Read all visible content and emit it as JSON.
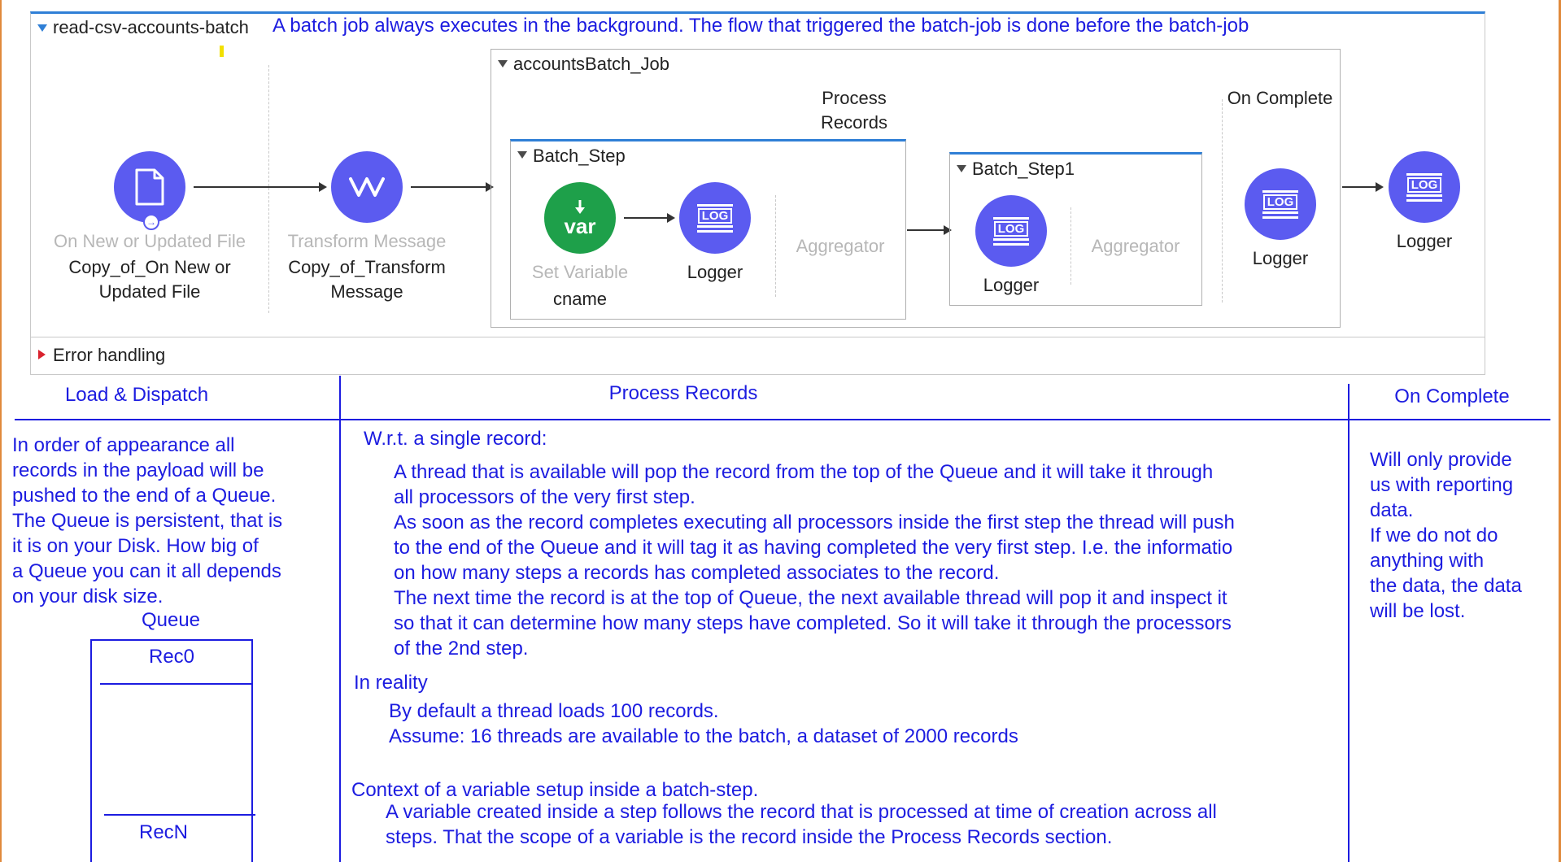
{
  "flow": {
    "name": "read-csv-accounts-batch",
    "note": "A batch job always executes in the background.  The flow that triggered the batch-job is done before the batch-job",
    "source": {
      "type_label": "On New or Updated File",
      "name_line1": "Copy_of_On New or",
      "name_line2": "Updated File",
      "icon": "file-icon"
    },
    "transform": {
      "type_label": "Transform Message",
      "name_line1": "Copy_of_Transform",
      "name_line2": "Message",
      "icon": "transform-icon"
    },
    "batch_job": {
      "name": "accountsBatch_Job",
      "process_records_line1": "Process",
      "process_records_line2": "Records",
      "on_complete_label": "On Complete",
      "step1": {
        "name": "Batch_Step",
        "setvar_type": "Set Variable",
        "setvar_name": "cname",
        "setvar_icon_text": "var",
        "logger_label": "Logger",
        "aggregator_label": "Aggregator"
      },
      "step2": {
        "name": "Batch_Step1",
        "logger_label": "Logger",
        "aggregator_label": "Aggregator"
      },
      "oncomplete_logger_label": "Logger"
    },
    "final_logger_label": "Logger",
    "log_icon_text": "LOG",
    "error_handling_label": "Error handling"
  },
  "sections": {
    "load_dispatch": {
      "header": "Load & Dispatch",
      "lines": [
        "In order of appearance all",
        "records in the payload will be",
        "pushed to the end of a Queue.",
        "The Queue is persistent, that is",
        "it is on your Disk.  How big of",
        "a Queue you can it all depends",
        "on your disk size."
      ],
      "queue_label": "Queue",
      "queue_first": "Rec0",
      "queue_last": "RecN"
    },
    "process_records": {
      "header": "Process Records",
      "single_record_title": "W.r.t. a single record:",
      "single_record_lines": [
        "A thread that is available will pop the record from the top of the Queue and it will take it through",
        "all processors of the very first step.",
        "As soon as the record completes executing all processors inside the first step the thread will push",
        "to the end of the Queue and it will tag it as having completed the very first step.  I.e. the informatio",
        "on how many steps a records has completed associates to the record.",
        "The next time the record is at the top of Queue, the next available thread will pop it and inspect it",
        "so that it can determine how many steps have completed.  So it will take it through the processors",
        "of the 2nd step."
      ],
      "reality_title": "In reality",
      "reality_lines": [
        "By default a thread loads 100 records.",
        "Assume: 16 threads are available to the batch, a dataset of 2000 records"
      ],
      "context_title": "Context of a variable setup inside a batch-step.",
      "context_lines": [
        "A variable created inside a step follows the record that is processed at time of creation across all",
        "steps.  That the scope of a variable is the record inside the Process Records section."
      ]
    },
    "on_complete": {
      "header": "On Complete",
      "lines": [
        "Will only provide",
        "us with reporting",
        "data.",
        "If we do not do",
        "anything with",
        "the data, the data",
        "will be lost."
      ]
    }
  },
  "colors": {
    "note_blue": "#1c1ce0",
    "mule_purple": "#5b5bf0",
    "mule_green": "#1ea04a",
    "flow_blue": "#2f7fd6"
  }
}
